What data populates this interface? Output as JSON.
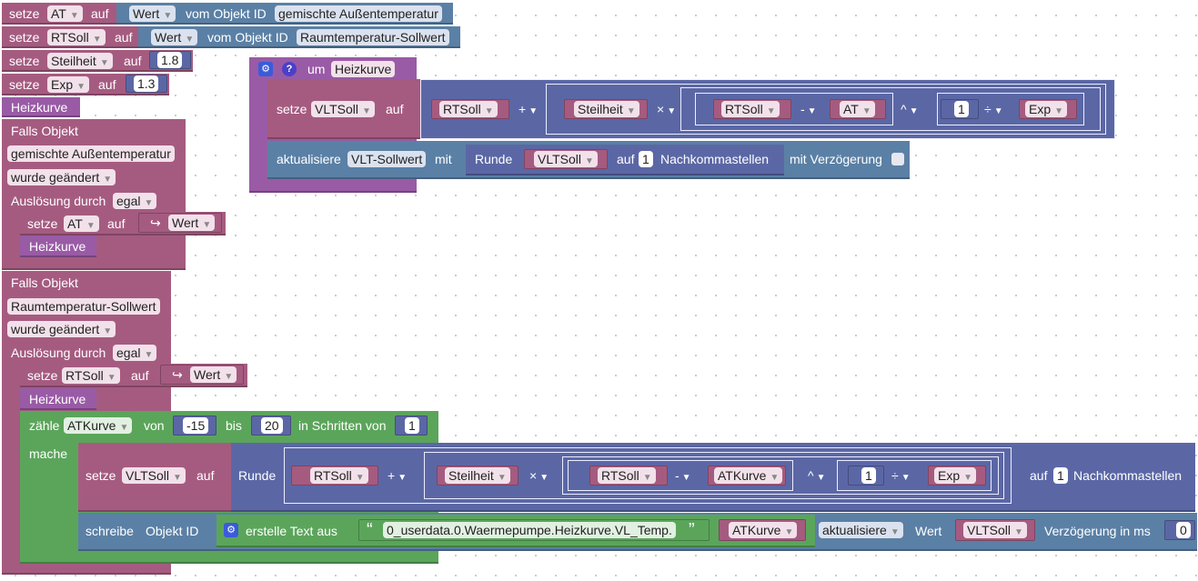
{
  "kw": {
    "setze": "setze",
    "auf": "auf",
    "vom_objekt_id": "vom Objekt ID",
    "falls_objekt": "Falls Objekt",
    "ausloesung_durch": "Auslösung durch",
    "um": "um",
    "aktualisiere": "aktualisiere",
    "mit": "mit",
    "runde": "Runde",
    "nachkommastellen": "Nachkommastellen",
    "mit_verzoegerung": "mit Verzögerung",
    "zaehle": "zähle",
    "von": "von",
    "bis": "bis",
    "in_schritten_von": "in Schritten von",
    "mache": "mache",
    "schreibe": "schreibe",
    "objekt_id": "Objekt ID",
    "erstelle_text_aus": "erstelle Text aus",
    "wert": "Wert",
    "verzoegerung_in_ms": "Verzögerung in ms",
    "open_quote": "“",
    "close_quote": "”"
  },
  "vars": {
    "at": "AT",
    "rtsoll": "RTSoll",
    "steilheit": "Steilheit",
    "exp": "Exp",
    "vltsoll": "VLTSoll",
    "atkurve": "ATKurve"
  },
  "values": {
    "wert": "Wert",
    "steilheit": "1.8",
    "exp": "1.3",
    "one": "1",
    "from": "-15",
    "to": "20",
    "step": "1",
    "delay": "0"
  },
  "objects": {
    "aussen": "gemischte Außentemperatur",
    "raum": "Raumtemperatur-Sollwert",
    "vlt": "VLT-Sollwert",
    "text": "0_userdata.0.Waermepumpe.Heizkurve.VL_Temp."
  },
  "func_name": "Heizkurve",
  "trigger": {
    "changed": "wurde geändert",
    "egal": "egal"
  },
  "ops": {
    "plus": "+",
    "times": "×",
    "minus": "-",
    "pow": "^",
    "div": "÷"
  },
  "write_mode": "aktualisiere",
  "icons": {
    "gear": "⚙",
    "help": "?",
    "arrow": "↪"
  }
}
